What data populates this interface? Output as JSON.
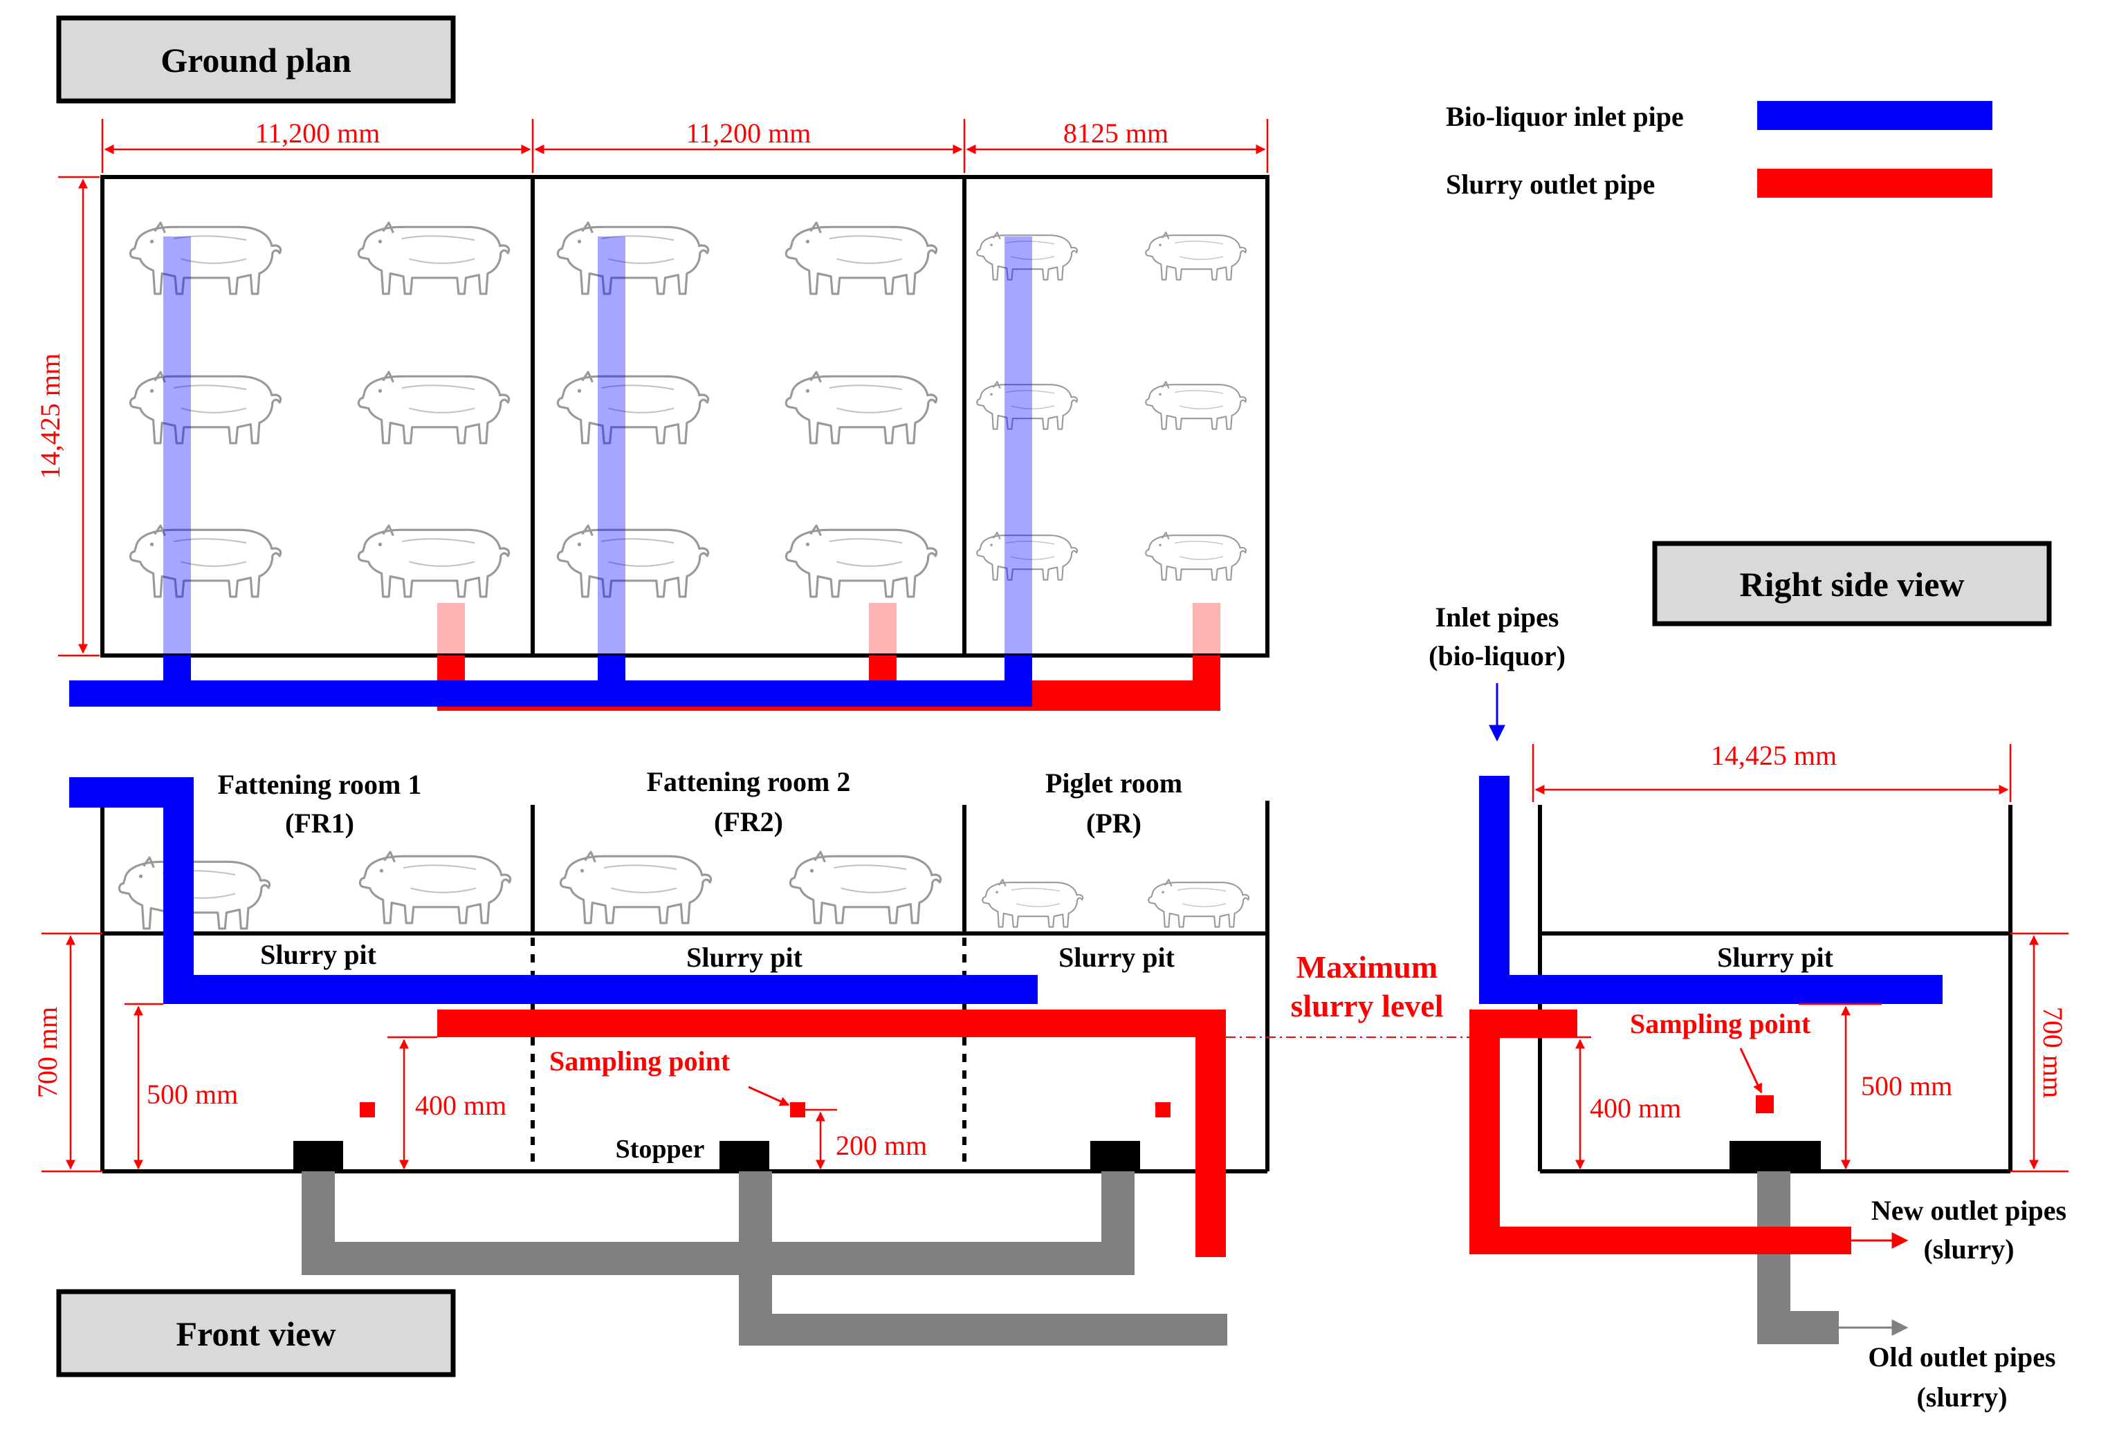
{
  "views": {
    "ground_plan": "Ground plan",
    "front_view": "Front view",
    "right_side_view": "Right side view"
  },
  "legend": {
    "inlet": "Bio-liquor inlet pipe",
    "outlet": "Slurry outlet pipe"
  },
  "colors": {
    "inlet": "#0000ff",
    "outlet": "#ff0000",
    "old_pipe": "#808080",
    "dimension": "#ff0000",
    "label_box": "#d9d9d9",
    "inlet_faded": "#9999ff",
    "outlet_faded": "#ffb3b3"
  },
  "dimensions": {
    "room1_width": "11,200 mm",
    "room2_width": "11,200 mm",
    "room3_width": "8125 mm",
    "plan_depth": "14,425 mm",
    "side_depth": "14,425 mm",
    "pit_height_front": "700 mm",
    "pit_height_side": "700 mm",
    "inlet_height_front": "500 mm",
    "inlet_height_side": "500 mm",
    "outlet_height_front": "400 mm",
    "outlet_height_side": "400 mm",
    "sampling_height": "200 mm"
  },
  "rooms": {
    "fr1_line1": "Fattening room 1",
    "fr1_line2": "(FR1)",
    "fr2_line1": "Fattening room 2",
    "fr2_line2": "(FR2)",
    "pr_line1": "Piglet room",
    "pr_line2": "(PR)"
  },
  "labels": {
    "slurry_pit": "Slurry pit",
    "sampling_point": "Sampling point",
    "stopper": "Stopper",
    "max_level_line1": "Maximum",
    "max_level_line2": "slurry level",
    "inlet_pipes_line1": "Inlet pipes",
    "inlet_pipes_line2": "(bio-liquor)",
    "new_outlet_line1": "New outlet pipes",
    "new_outlet_line2": "(slurry)",
    "old_outlet_line1": "Old outlet pipes",
    "old_outlet_line2": "(slurry)"
  },
  "icons": {
    "large_pig": "pig-icon",
    "small_pig": "piglet-icon"
  }
}
